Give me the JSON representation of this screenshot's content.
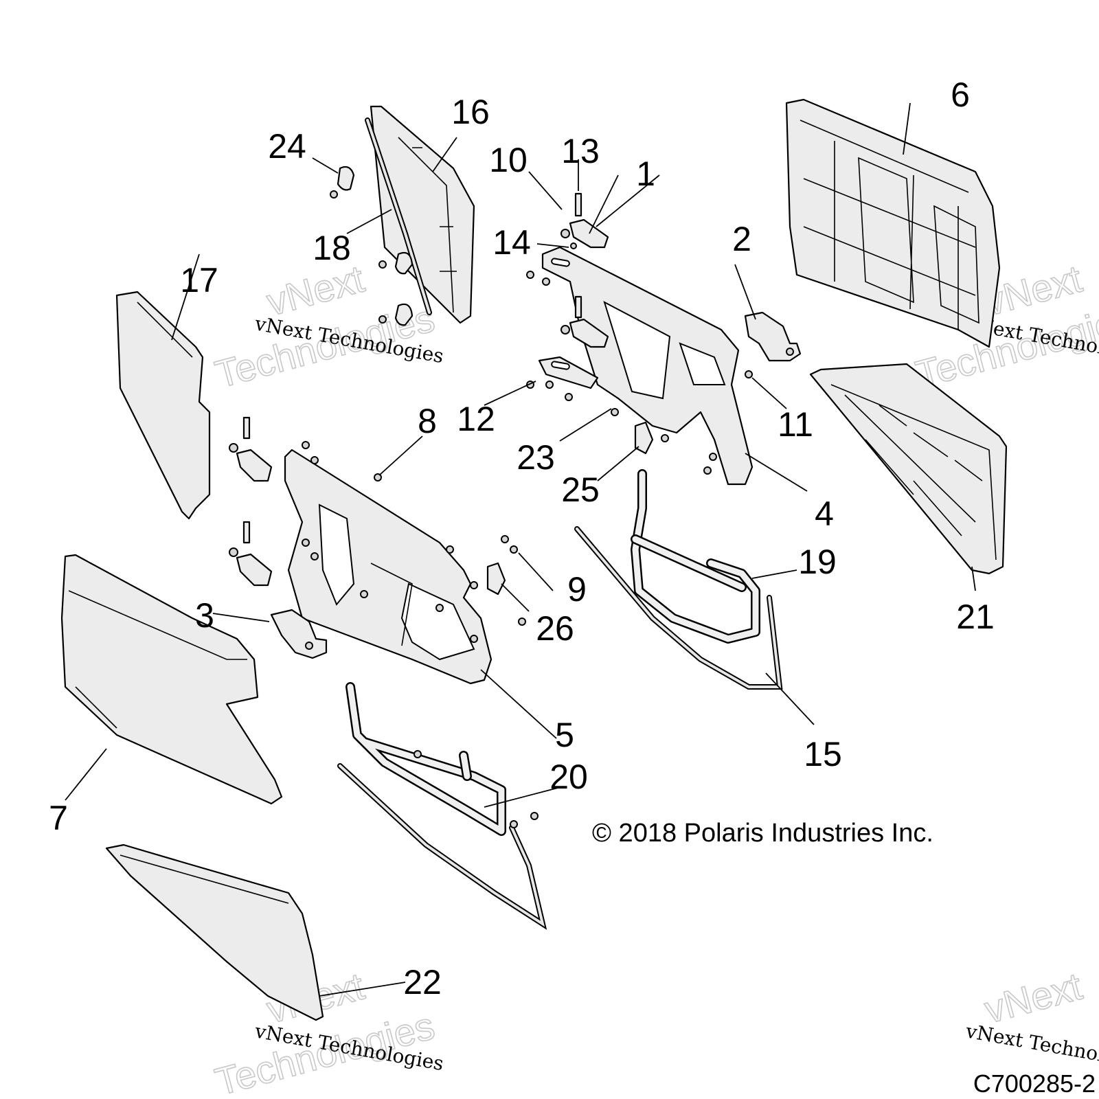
{
  "callouts": {
    "n1": "1",
    "n2": "2",
    "n3": "3",
    "n4": "4",
    "n5": "5",
    "n6": "6",
    "n7": "7",
    "n8": "8",
    "n9": "9",
    "n10": "10",
    "n11": "11",
    "n12": "12",
    "n13": "13",
    "n14": "14",
    "n15": "15",
    "n16": "16",
    "n17": "17",
    "n18": "18",
    "n19": "19",
    "n20": "20",
    "n21": "21",
    "n22": "22",
    "n23": "23",
    "n24": "24",
    "n25": "25",
    "n26": "26"
  },
  "copyright": "© 2018 Polaris Industries Inc.",
  "drawing_number": "C700285-2",
  "watermarks": {
    "small": "vNext Technologies",
    "large_line1": "vNext",
    "large_line2": "Technologies"
  }
}
